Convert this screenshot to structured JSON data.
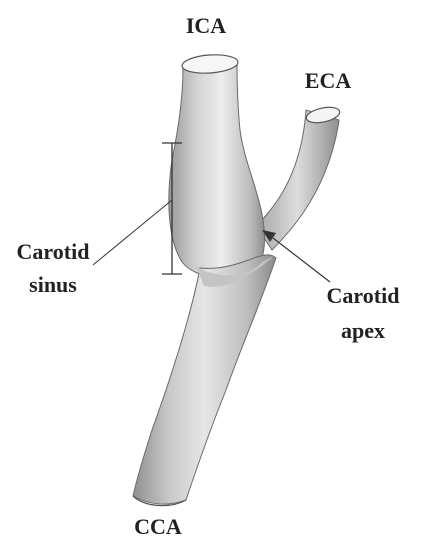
{
  "labels": {
    "ica": "ICA",
    "eca": "ECA",
    "carotid_sinus_line1": "Carotid",
    "carotid_sinus_line2": "sinus",
    "carotid_apex_line1": "Carotid",
    "carotid_apex_line2": "apex",
    "cca": "CCA"
  },
  "colors": {
    "vessel_fill": "#c9c9c9",
    "vessel_shadow": "#9a9a9a",
    "vessel_highlight": "#ececec",
    "outline": "#555555",
    "text": "#222222"
  }
}
